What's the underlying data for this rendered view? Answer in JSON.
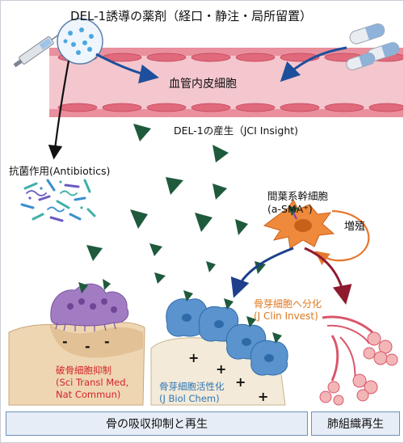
{
  "title": "DEL-1誘導の薬剤（経口・静注・局所留置）",
  "vessel": {
    "label": "血管内皮細胞"
  },
  "del1_production": {
    "label": "DEL-1の産生（JCI Insight)"
  },
  "antibacterial": {
    "label": "抗菌作用(Antibiotics)"
  },
  "msc": {
    "line1": "間葉系幹細胞",
    "line2": "(a-SMA⁺)"
  },
  "proliferation": {
    "label": "増殖"
  },
  "osteoblast_diff": {
    "line1": "骨芽細胞へ分化",
    "line2": "(J Clin Invest)"
  },
  "osteoclast_inhibition": {
    "line1": "破骨細胞抑制",
    "line2": "(Sci Transl Med,",
    "line3": "Nat Commun)"
  },
  "osteoblast_activation": {
    "line1": "骨芽細胞活性化",
    "line2": "(J Biol Chem)"
  },
  "bone_minus_marks": [
    "-",
    "-",
    "-"
  ],
  "bone_plus_marks": [
    "+",
    "+",
    "+",
    "+"
  ],
  "footer": {
    "left": "骨の吸収抑制と再生",
    "right": "肺組織再生"
  },
  "colors": {
    "vessel": "#f4c6ce",
    "vessel_edge": "#d9576b",
    "del1_protein": "#1f5a3c",
    "arrow_blue": "#1d4f9c",
    "osteoclast": "#9a6bb8",
    "osteoblast": "#4d86c4",
    "msc_cell": "#e8772e",
    "bone": "#efd6b2",
    "lung": "#e78a8a",
    "label_red": "#d2232a",
    "label_blue": "#2e76b7",
    "label_orange": "#e0781c"
  }
}
